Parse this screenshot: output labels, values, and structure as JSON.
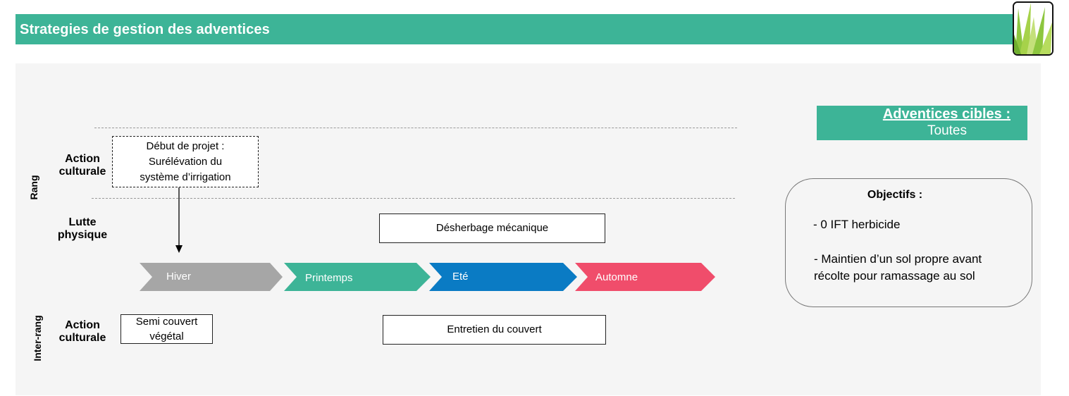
{
  "header": {
    "title": "Strategies de gestion des adventices"
  },
  "side_labels": {
    "rang": "Rang",
    "inter_rang": "Inter-rang"
  },
  "rows": {
    "rang_action": {
      "line1": "Action",
      "line2": "culturale"
    },
    "lutte": {
      "line1": "Lutte",
      "line2": "physique"
    },
    "inter_action": {
      "line1": "Action",
      "line2": "culturale"
    }
  },
  "boxes": {
    "debut": {
      "line1": "Début de projet :",
      "line2": "Surélévation du",
      "line3": "système d’irrigation"
    },
    "desherbage": "Désherbage mécanique",
    "semi": {
      "line1": "Semi couvert",
      "line2": "végétal"
    },
    "entretien": "Entretien du couvert"
  },
  "seasons": [
    {
      "label": "Hiver",
      "color": "#a6a6a6"
    },
    {
      "label": "Printemps",
      "color": "#3db497"
    },
    {
      "label": "Eté",
      "color": "#0a7bc4"
    },
    {
      "label": "Automne",
      "color": "#f04d6b"
    }
  ],
  "target": {
    "title": "Adventices cibles :",
    "value": "Toutes"
  },
  "objectives": {
    "title": "Objectifs :",
    "item1": "- 0 IFT herbicide",
    "item2_line1": "- Maintien d’un sol propre avant",
    "item2_line2": "récolte pour ramassage au sol"
  },
  "colors": {
    "accent": "#3db497",
    "panel": "#f5f5f5"
  },
  "icons": {
    "logo": "grass-logo-icon"
  }
}
